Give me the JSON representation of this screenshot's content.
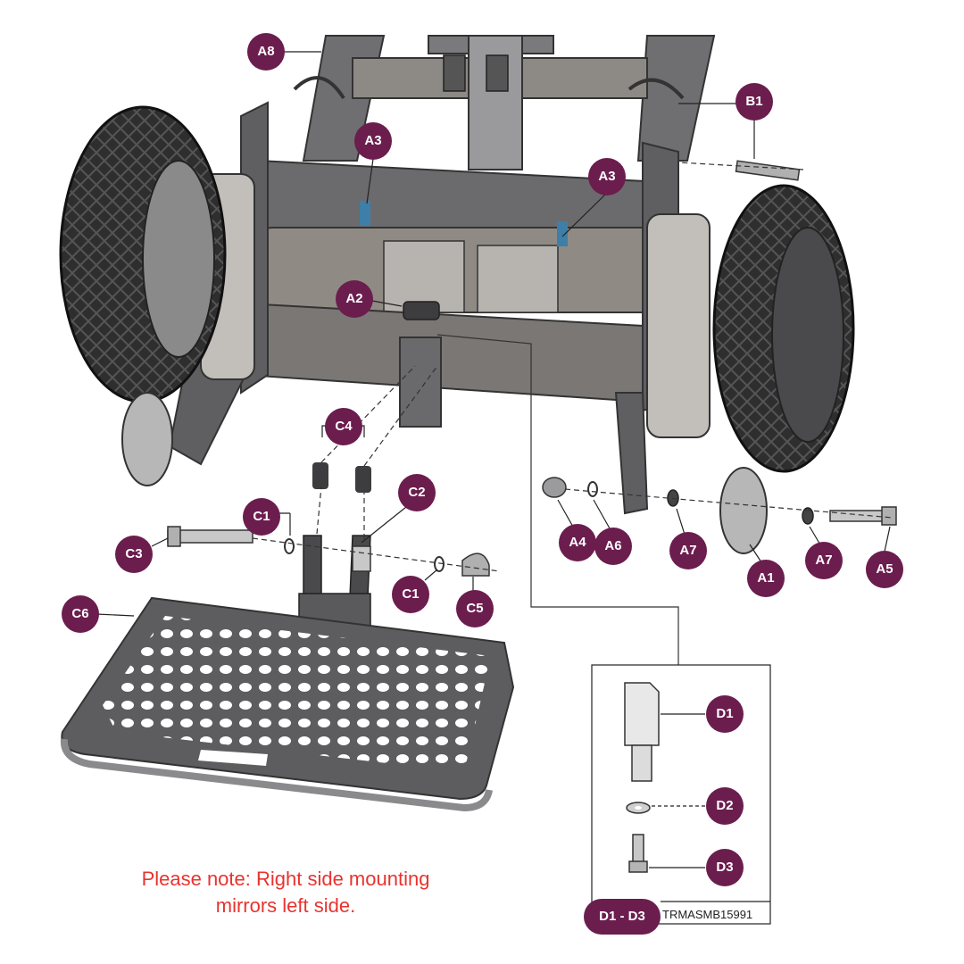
{
  "callouts": {
    "A8": "A8",
    "B1": "B1",
    "A3_left": "A3",
    "A3_right": "A3",
    "A2": "A2",
    "C4": "C4",
    "C2": "C2",
    "C1_left": "C1",
    "C1_right": "C1",
    "C3": "C3",
    "C5": "C5",
    "C6": "C6",
    "A4": "A4",
    "A6": "A6",
    "A7_left": "A7",
    "A1": "A1",
    "A7_right": "A7",
    "A5": "A5",
    "D1": "D1",
    "D2": "D2",
    "D3": "D3"
  },
  "inset": {
    "range_label": "D1 - D3",
    "part_number": "TRMASMB15991"
  },
  "note": {
    "line1": "Please note: Right side mounting",
    "line2": "mirrors left side."
  },
  "colors": {
    "callout": "#6b1d4e",
    "note_text": "#e8332f",
    "frame": "#6e6e70",
    "tire": "#2b2b2b"
  }
}
